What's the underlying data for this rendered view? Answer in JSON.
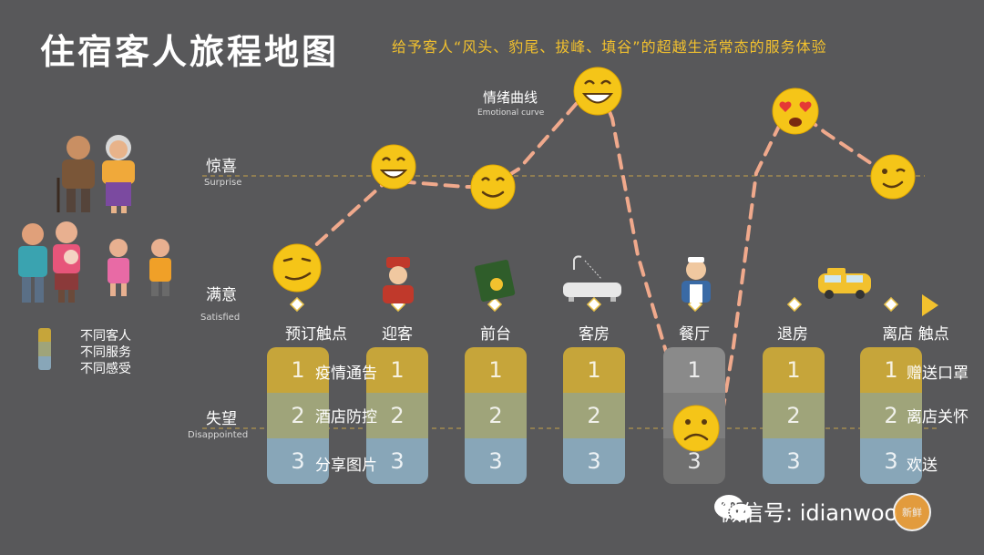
{
  "title": "住宿客人旅程地图",
  "subtitle": "给予客人“风头、豹尾、拔峰、填谷”的超越生活常态的服务体验",
  "levels": {
    "surprise": {
      "cn": "惊喜",
      "en": "Surprise"
    },
    "satisfied": {
      "cn": "满意",
      "en": "Satisfied"
    },
    "disappointed": {
      "cn": "失望",
      "en": "Disappointed"
    }
  },
  "emotional_curve": {
    "cn": "情绪曲线",
    "en": "Emotional curve"
  },
  "stages": [
    "预订触点",
    "迎客",
    "前台",
    "客房",
    "餐厅",
    "退房",
    "离店 触点"
  ],
  "levels_in_column": [
    "1",
    "2",
    "3"
  ],
  "touchpoints_left": [
    "疫情通告",
    "酒店防控",
    "分享图片"
  ],
  "touchpoints_right": [
    "赠送口罩",
    "离店关怀",
    "欢送"
  ],
  "legend": [
    "不同客人",
    "不同服务",
    "不同感受"
  ],
  "legend_colors": [
    "#c6a53a",
    "#9fa47a",
    "#88a6b8"
  ],
  "emotions": [
    "smirk",
    "grin",
    "smile",
    "laugh",
    "frown",
    "heart-eyes",
    "wink"
  ],
  "colors": {
    "background": "#58585a",
    "accent": "#f2c12e",
    "curve": "#f0a98c",
    "timeline": "#8fc6e2"
  },
  "watermark": "微信号: idianwoo",
  "watermark_logo": "新鲜"
}
